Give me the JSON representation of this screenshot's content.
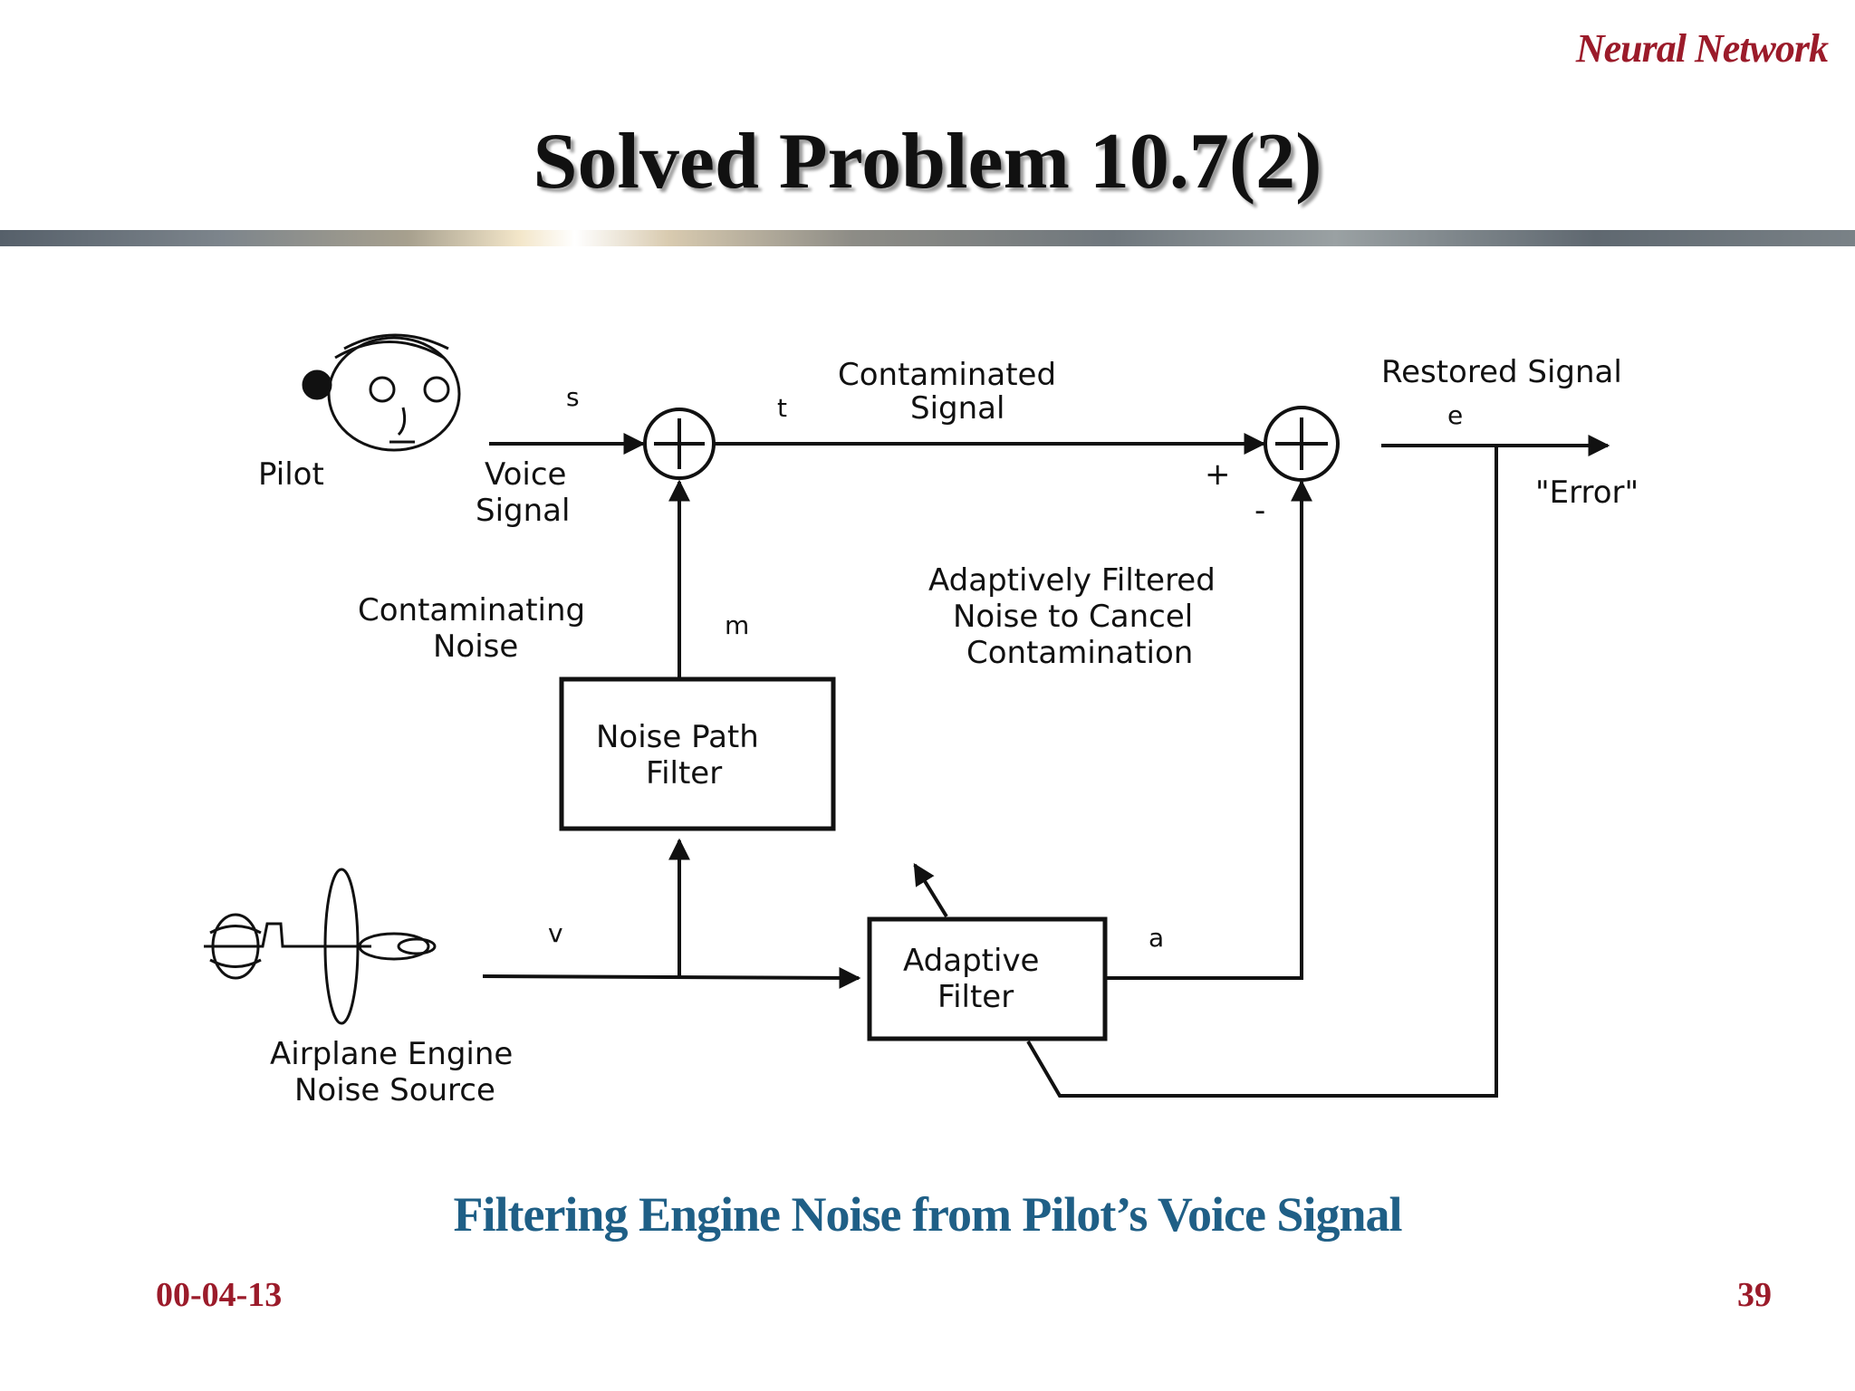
{
  "header": {
    "brand": "Neural Network"
  },
  "title": "Solved Problem 10.7(2)",
  "diagram": {
    "labels": {
      "pilot": "Pilot",
      "voice_signal_1": "Voice",
      "voice_signal_2": "Signal",
      "contaminated_1": "Contaminated",
      "contaminated_2": "Signal",
      "restored": "Restored Signal",
      "error": "\"Error\"",
      "contaminating_1": "Contaminating",
      "contaminating_2": "Noise",
      "adaptive_note_1": "Adaptively Filtered",
      "adaptive_note_2": "Noise to Cancel",
      "adaptive_note_3": "Contamination",
      "engine_1": "Airplane Engine",
      "engine_2": "Noise Source",
      "plus": "+",
      "minus": "-"
    },
    "blocks": {
      "noise_path_1": "Noise Path",
      "noise_path_2": "Filter",
      "adaptive_1": "Adaptive",
      "adaptive_2": "Filter"
    },
    "symbols": {
      "s": "s",
      "t": "t",
      "e": "e",
      "m": "m",
      "v": "v",
      "a": "a"
    }
  },
  "caption": "Filtering Engine Noise from Pilot’s Voice Signal",
  "footer": {
    "date": "00-04-13",
    "page": "39"
  }
}
